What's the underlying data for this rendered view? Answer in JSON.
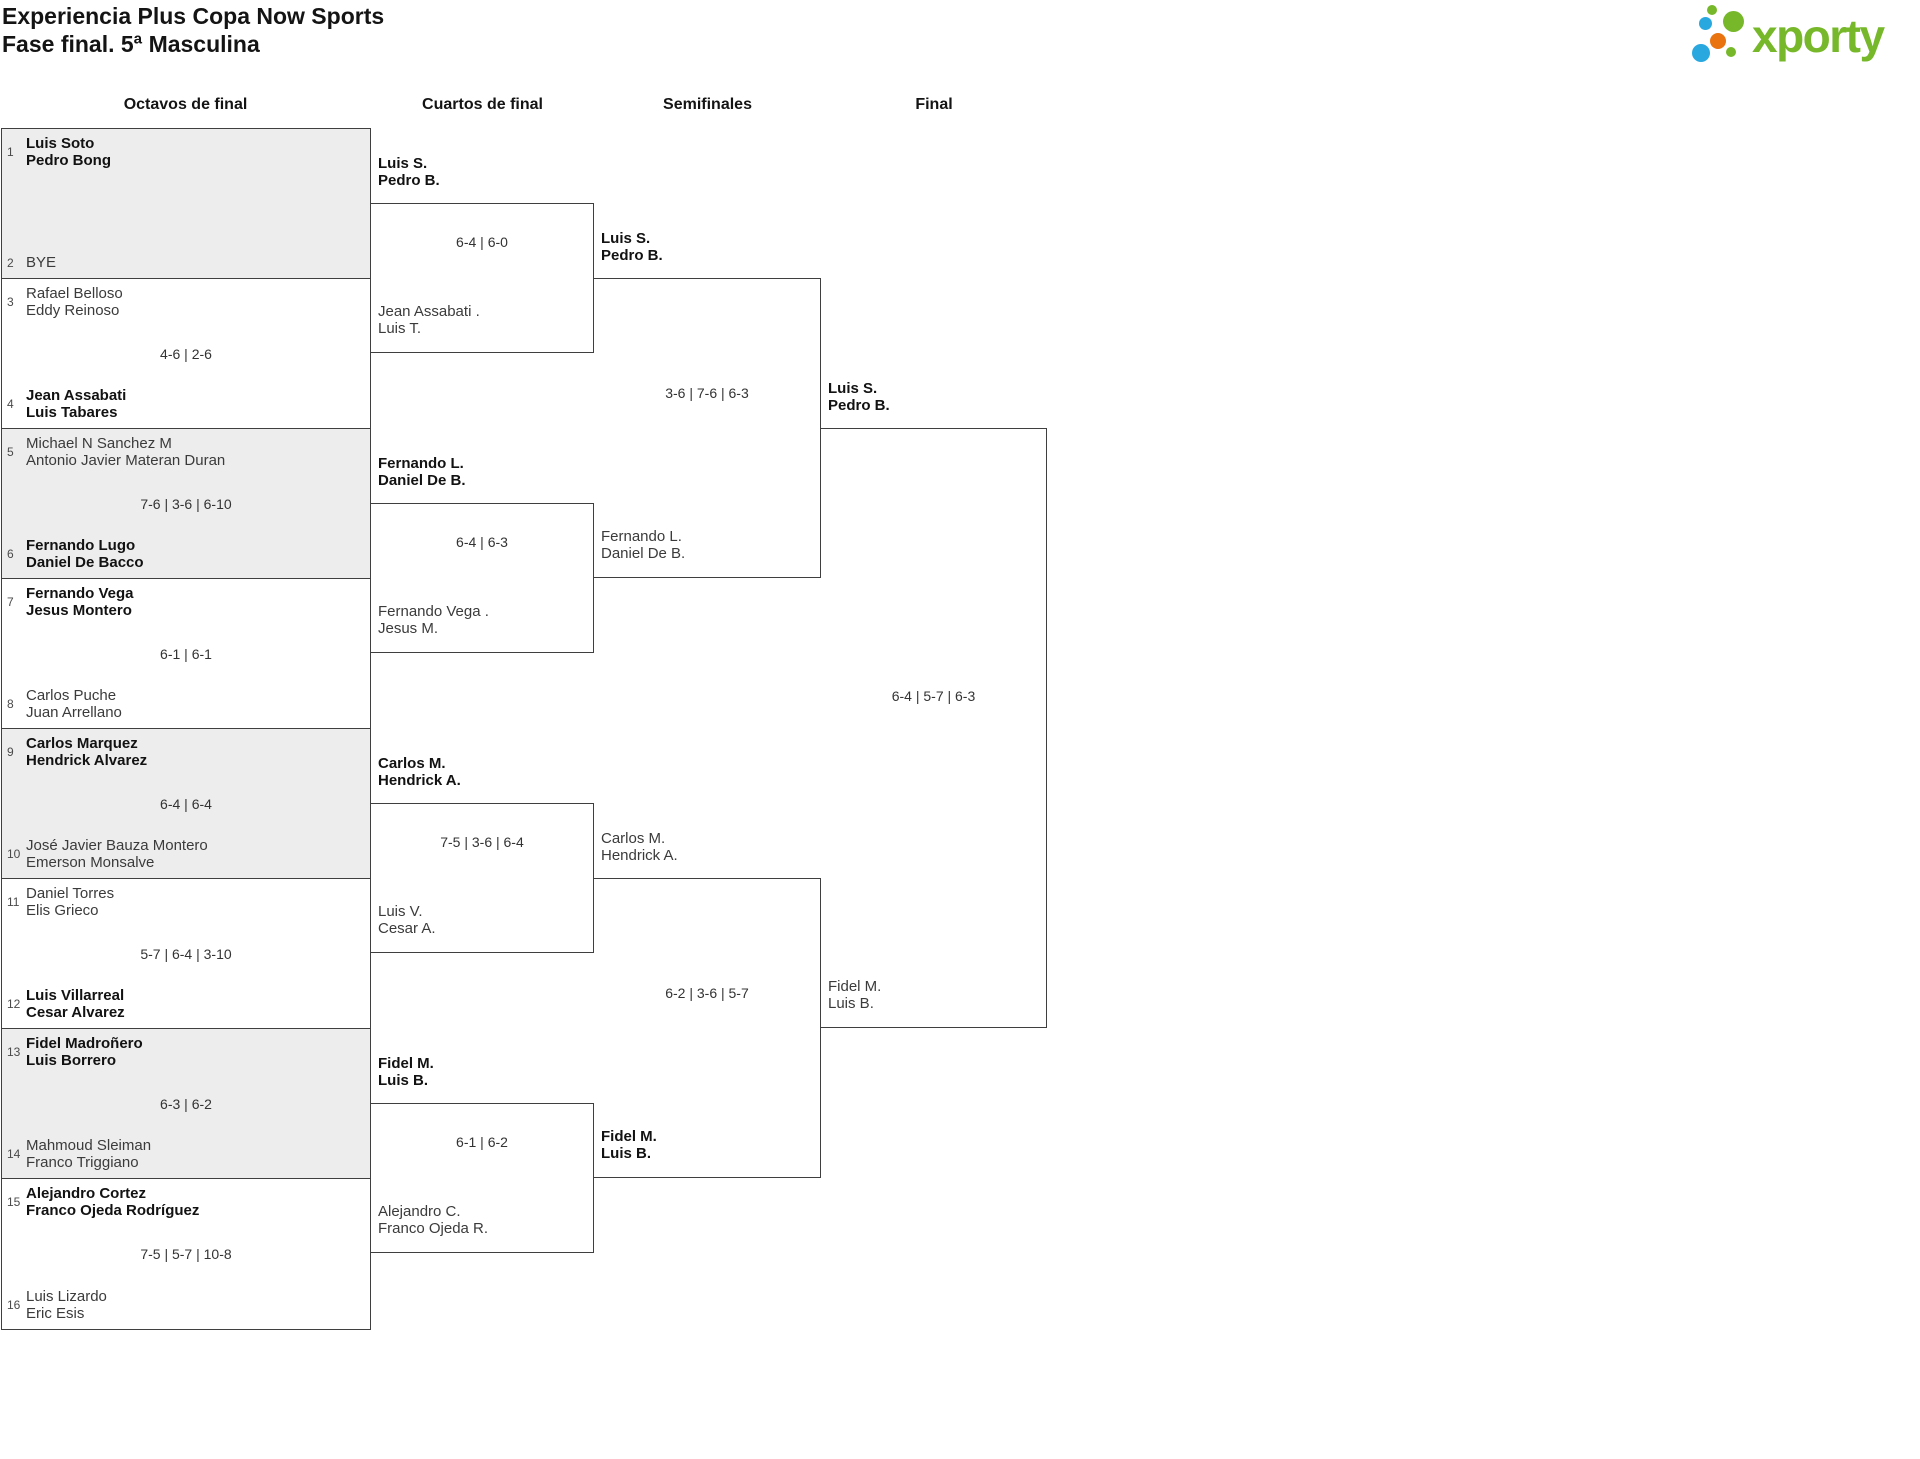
{
  "page": {
    "title_line1": "Experiencia Plus Copa Now Sports",
    "title_line2": "Fase final. 5ª Masculina"
  },
  "logo": {
    "text": "xporty"
  },
  "colors": {
    "logo_green": "#76b82a",
    "logo_blue": "#29a8e0",
    "logo_orange": "#e8730f",
    "match_alt_bg": "#ededed",
    "line": "#3f3f3f"
  },
  "rounds": {
    "r16_label": "Octavos de final",
    "qf_label": "Cuartos de final",
    "sf_label": "Semifinales",
    "final_label": "Final"
  },
  "r16": [
    {
      "seed_a": "1",
      "a1": "Luis Soto",
      "a2": "Pedro Bong",
      "a_win": true,
      "seed_b": "2",
      "b1": "BYE",
      "b2": "",
      "b_win": false,
      "score": ""
    },
    {
      "seed_a": "3",
      "a1": "Rafael Belloso",
      "a2": "Eddy Reinoso",
      "a_win": false,
      "seed_b": "4",
      "b1": "Jean Assabati",
      "b2": "Luis Tabares",
      "b_win": true,
      "score": "4-6 | 2-6"
    },
    {
      "seed_a": "5",
      "a1": "Michael N Sanchez M",
      "a2": "Antonio Javier Materan Duran",
      "a_win": false,
      "seed_b": "6",
      "b1": "Fernando Lugo",
      "b2": "Daniel De Bacco",
      "b_win": true,
      "score": "7-6 | 3-6 | 6-10"
    },
    {
      "seed_a": "7",
      "a1": "Fernando Vega",
      "a2": "Jesus Montero",
      "a_win": true,
      "seed_b": "8",
      "b1": "Carlos Puche",
      "b2": "Juan Arrellano",
      "b_win": false,
      "score": "6-1 | 6-1"
    },
    {
      "seed_a": "9",
      "a1": "Carlos Marquez",
      "a2": "Hendrick Alvarez",
      "a_win": true,
      "seed_b": "10",
      "b1": "José Javier Bauza Montero",
      "b2": "Emerson Monsalve",
      "b_win": false,
      "score": "6-4 | 6-4"
    },
    {
      "seed_a": "11",
      "a1": "Daniel Torres",
      "a2": "Elis Grieco",
      "a_win": false,
      "seed_b": "12",
      "b1": "Luis Villarreal",
      "b2": "Cesar Alvarez",
      "b_win": true,
      "score": "5-7 | 6-4 | 3-10"
    },
    {
      "seed_a": "13",
      "a1": "Fidel Madroñero",
      "a2": "Luis Borrero",
      "a_win": true,
      "seed_b": "14",
      "b1": "Mahmoud Sleiman",
      "b2": "Franco Triggiano",
      "b_win": false,
      "score": "6-3 | 6-2"
    },
    {
      "seed_a": "15",
      "a1": "Alejandro Cortez",
      "a2": "Franco Ojeda Rodríguez",
      "a_win": true,
      "seed_b": "16",
      "b1": "Luis Lizardo",
      "b2": "Eric Esis",
      "b_win": false,
      "score": "7-5 | 5-7 | 10-8"
    }
  ],
  "qf": [
    {
      "a1": "Luis S.",
      "a2": "Pedro B.",
      "a_win": true,
      "b1": "Jean Assabati .",
      "b2": "Luis T.",
      "b_win": false,
      "score": "6-4 | 6-0"
    },
    {
      "a1": "Fernando L.",
      "a2": "Daniel De B.",
      "a_win": true,
      "b1": "Fernando Vega .",
      "b2": "Jesus M.",
      "b_win": false,
      "score": "6-4 | 6-3"
    },
    {
      "a1": "Carlos M.",
      "a2": "Hendrick A.",
      "a_win": true,
      "b1": "Luis V.",
      "b2": "Cesar A.",
      "b_win": false,
      "score": "7-5 | 3-6 | 6-4"
    },
    {
      "a1": "Fidel M.",
      "a2": "Luis B.",
      "a_win": true,
      "b1": "Alejandro C.",
      "b2": "Franco Ojeda R.",
      "b_win": false,
      "score": "6-1 | 6-2"
    }
  ],
  "sf": [
    {
      "a1": "Luis S.",
      "a2": "Pedro B.",
      "a_win": true,
      "b1": "Fernando L.",
      "b2": "Daniel De B.",
      "b_win": false,
      "score": "3-6 | 7-6 | 6-3"
    },
    {
      "a1": "Carlos M.",
      "a2": "Hendrick A.",
      "a_win": false,
      "b1": "Fidel M.",
      "b2": "Luis B.",
      "b_win": true,
      "score": "6-2 | 3-6 | 5-7"
    }
  ],
  "final": {
    "a1": "Luis S.",
    "a2": "Pedro B.",
    "a_win": true,
    "b1": "Fidel M.",
    "b2": "Luis B.",
    "b_win": false,
    "score": "6-4 | 5-7 | 6-3"
  }
}
